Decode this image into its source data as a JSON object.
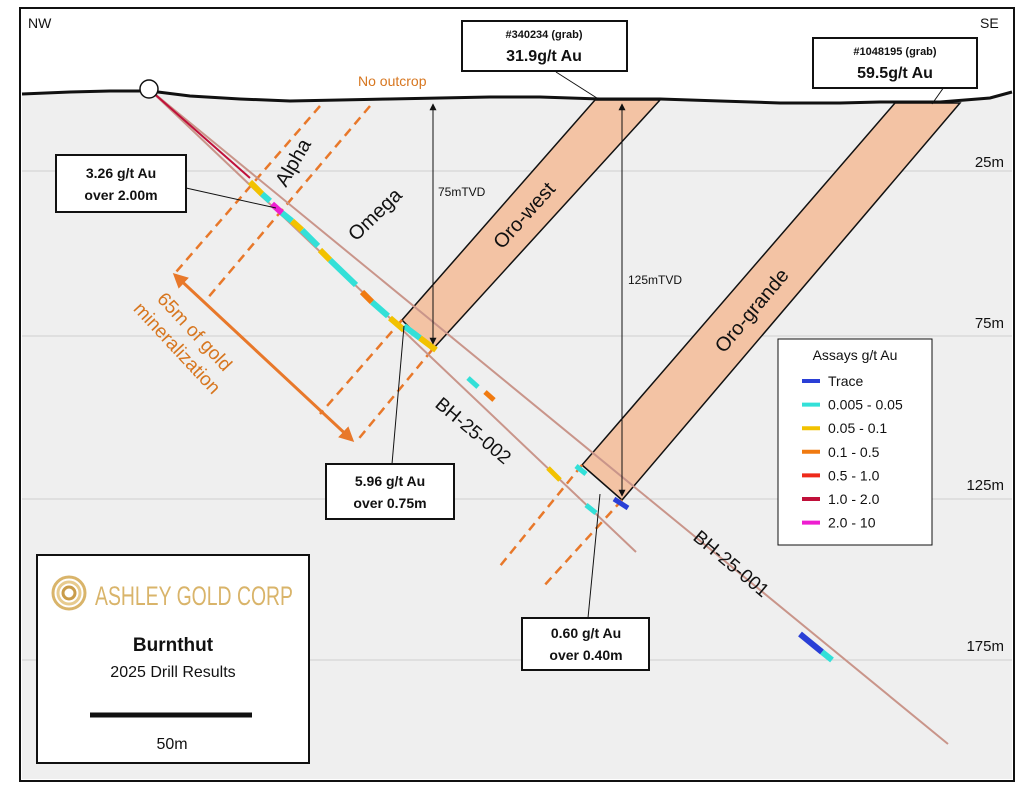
{
  "directions": {
    "left": "NW",
    "right": "SE"
  },
  "depth_labels": [
    "25m",
    "75m",
    "125m",
    "175m"
  ],
  "outcrop_note": "No outcrop",
  "samples": [
    {
      "id": "#340234 (grab)",
      "grade": "31.9g/t Au"
    },
    {
      "id": "#1048195 (grab)",
      "grade": "59.5g/t Au"
    }
  ],
  "zones": {
    "alpha": "Alpha",
    "omega": "Omega",
    "oro_west": "Oro-west",
    "oro_grande": "Oro-grande"
  },
  "tvd": {
    "short": "75mTVD",
    "long": "125mTVD"
  },
  "intercepts": [
    {
      "line1": "3.26 g/t Au",
      "line2": "over 2.00m"
    },
    {
      "line1": "5.96 g/t Au",
      "line2": "over 0.75m"
    },
    {
      "line1": "0.60 g/t Au",
      "line2": "over 0.40m"
    }
  ],
  "mineralization": {
    "line1": "65m of gold",
    "line2": "mineralization"
  },
  "holes": {
    "hole_a": "BH-25-002",
    "hole_b": "BH-25-001"
  },
  "legend": {
    "title": "Assays g/t Au",
    "items": [
      {
        "label": "Trace",
        "color": "#2a3fd6"
      },
      {
        "label": "0.005   - 0.05",
        "color": "#33e0d8"
      },
      {
        "label": "0.05 - 0.1",
        "color": "#f2c200"
      },
      {
        "label": "0.1 - 0.5",
        "color": "#f07a10"
      },
      {
        "label": "0.5 - 1.0",
        "color": "#ee2a1a"
      },
      {
        "label": "1.0 - 2.0",
        "color": "#c0103a"
      },
      {
        "label": "2.0 - 10",
        "color": "#ee1ed0"
      }
    ]
  },
  "info": {
    "company": "ASHLEY GOLD CORP",
    "project": "Burnthut",
    "subtitle": "2025 Drill Results",
    "scale": "50m"
  },
  "colors": {
    "vein_fill": "#f3c3a4",
    "orange_accent": "#e8782a",
    "hole_trace": "#c9958a",
    "gold_logo": "#d9b46a"
  }
}
